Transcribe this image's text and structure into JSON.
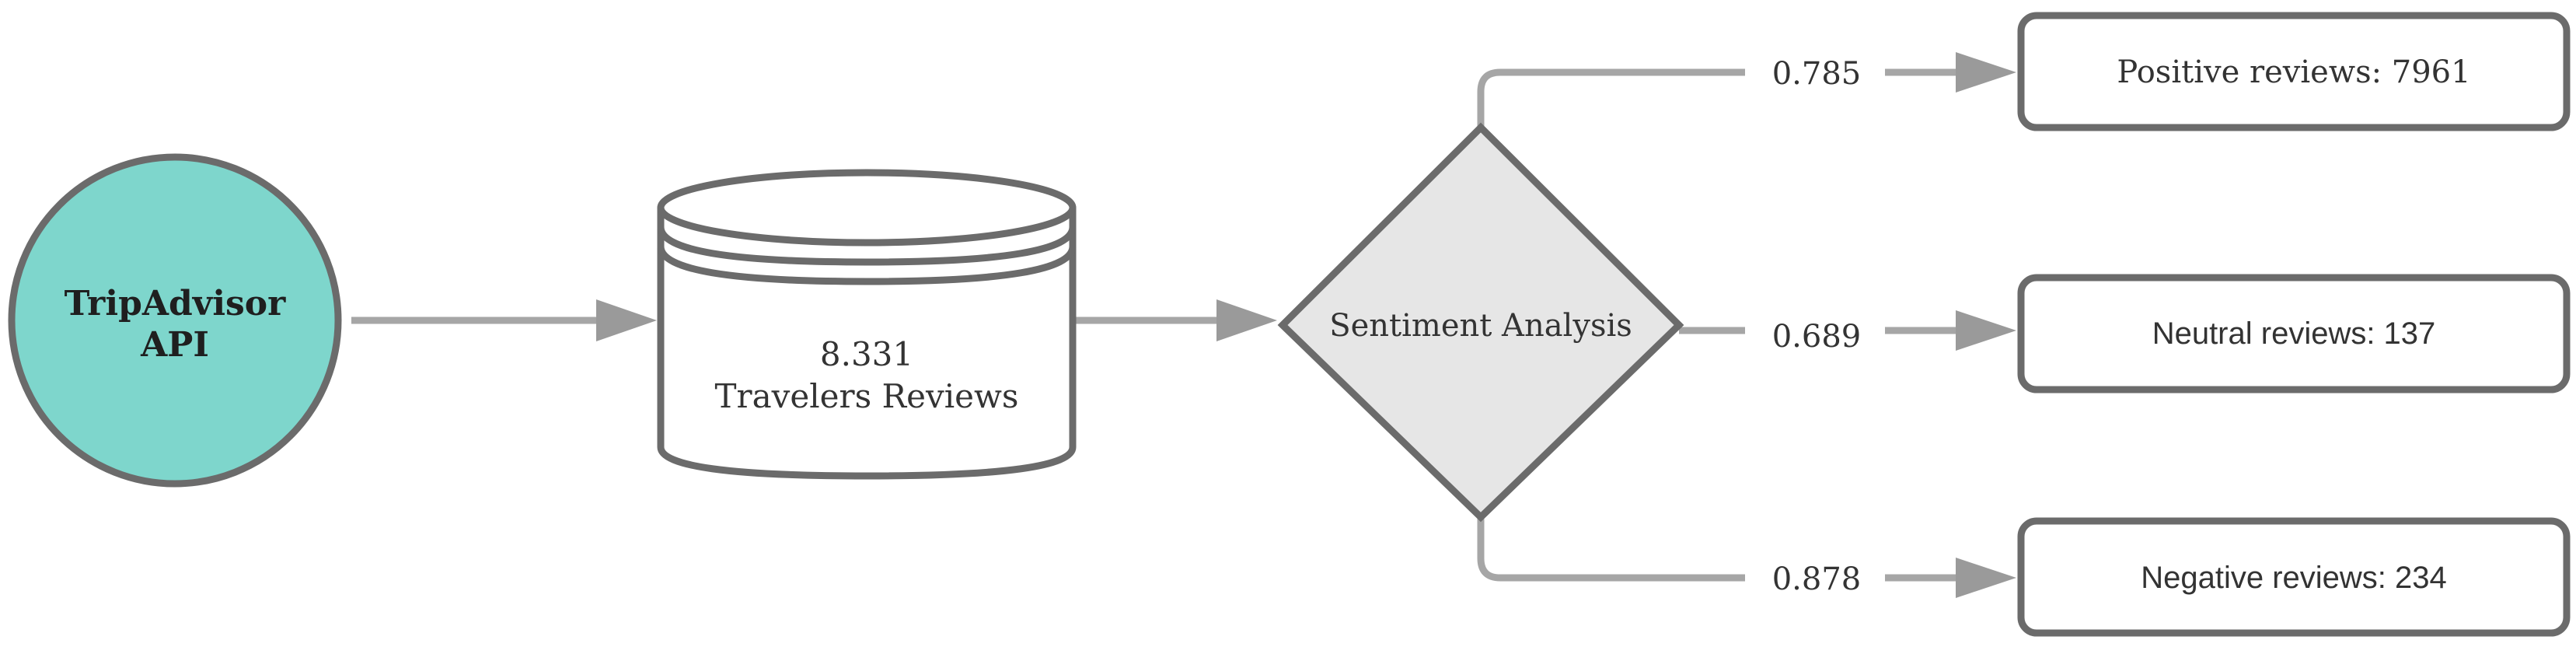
{
  "source": {
    "line1": "TripAdvisor",
    "line2": "API",
    "fill_color": "#7ed6cc",
    "stroke_color": "#6b6b6b"
  },
  "database": {
    "line1": "8.331",
    "line2": "Travelers Reviews"
  },
  "decision": {
    "label": "Sentiment Analysis",
    "fill_color": "#e6e6e6"
  },
  "branches": [
    {
      "score": "0.785",
      "result": "Positive reviews: 7961"
    },
    {
      "score": "0.689",
      "result": "Neutral reviews: 137"
    },
    {
      "score": "0.878",
      "result": "Negative reviews: 234"
    }
  ],
  "colors": {
    "line": "#a6a6a6",
    "arrowhead": "#9a9a9a",
    "outline": "#6b6b6b",
    "text": "#333333"
  }
}
